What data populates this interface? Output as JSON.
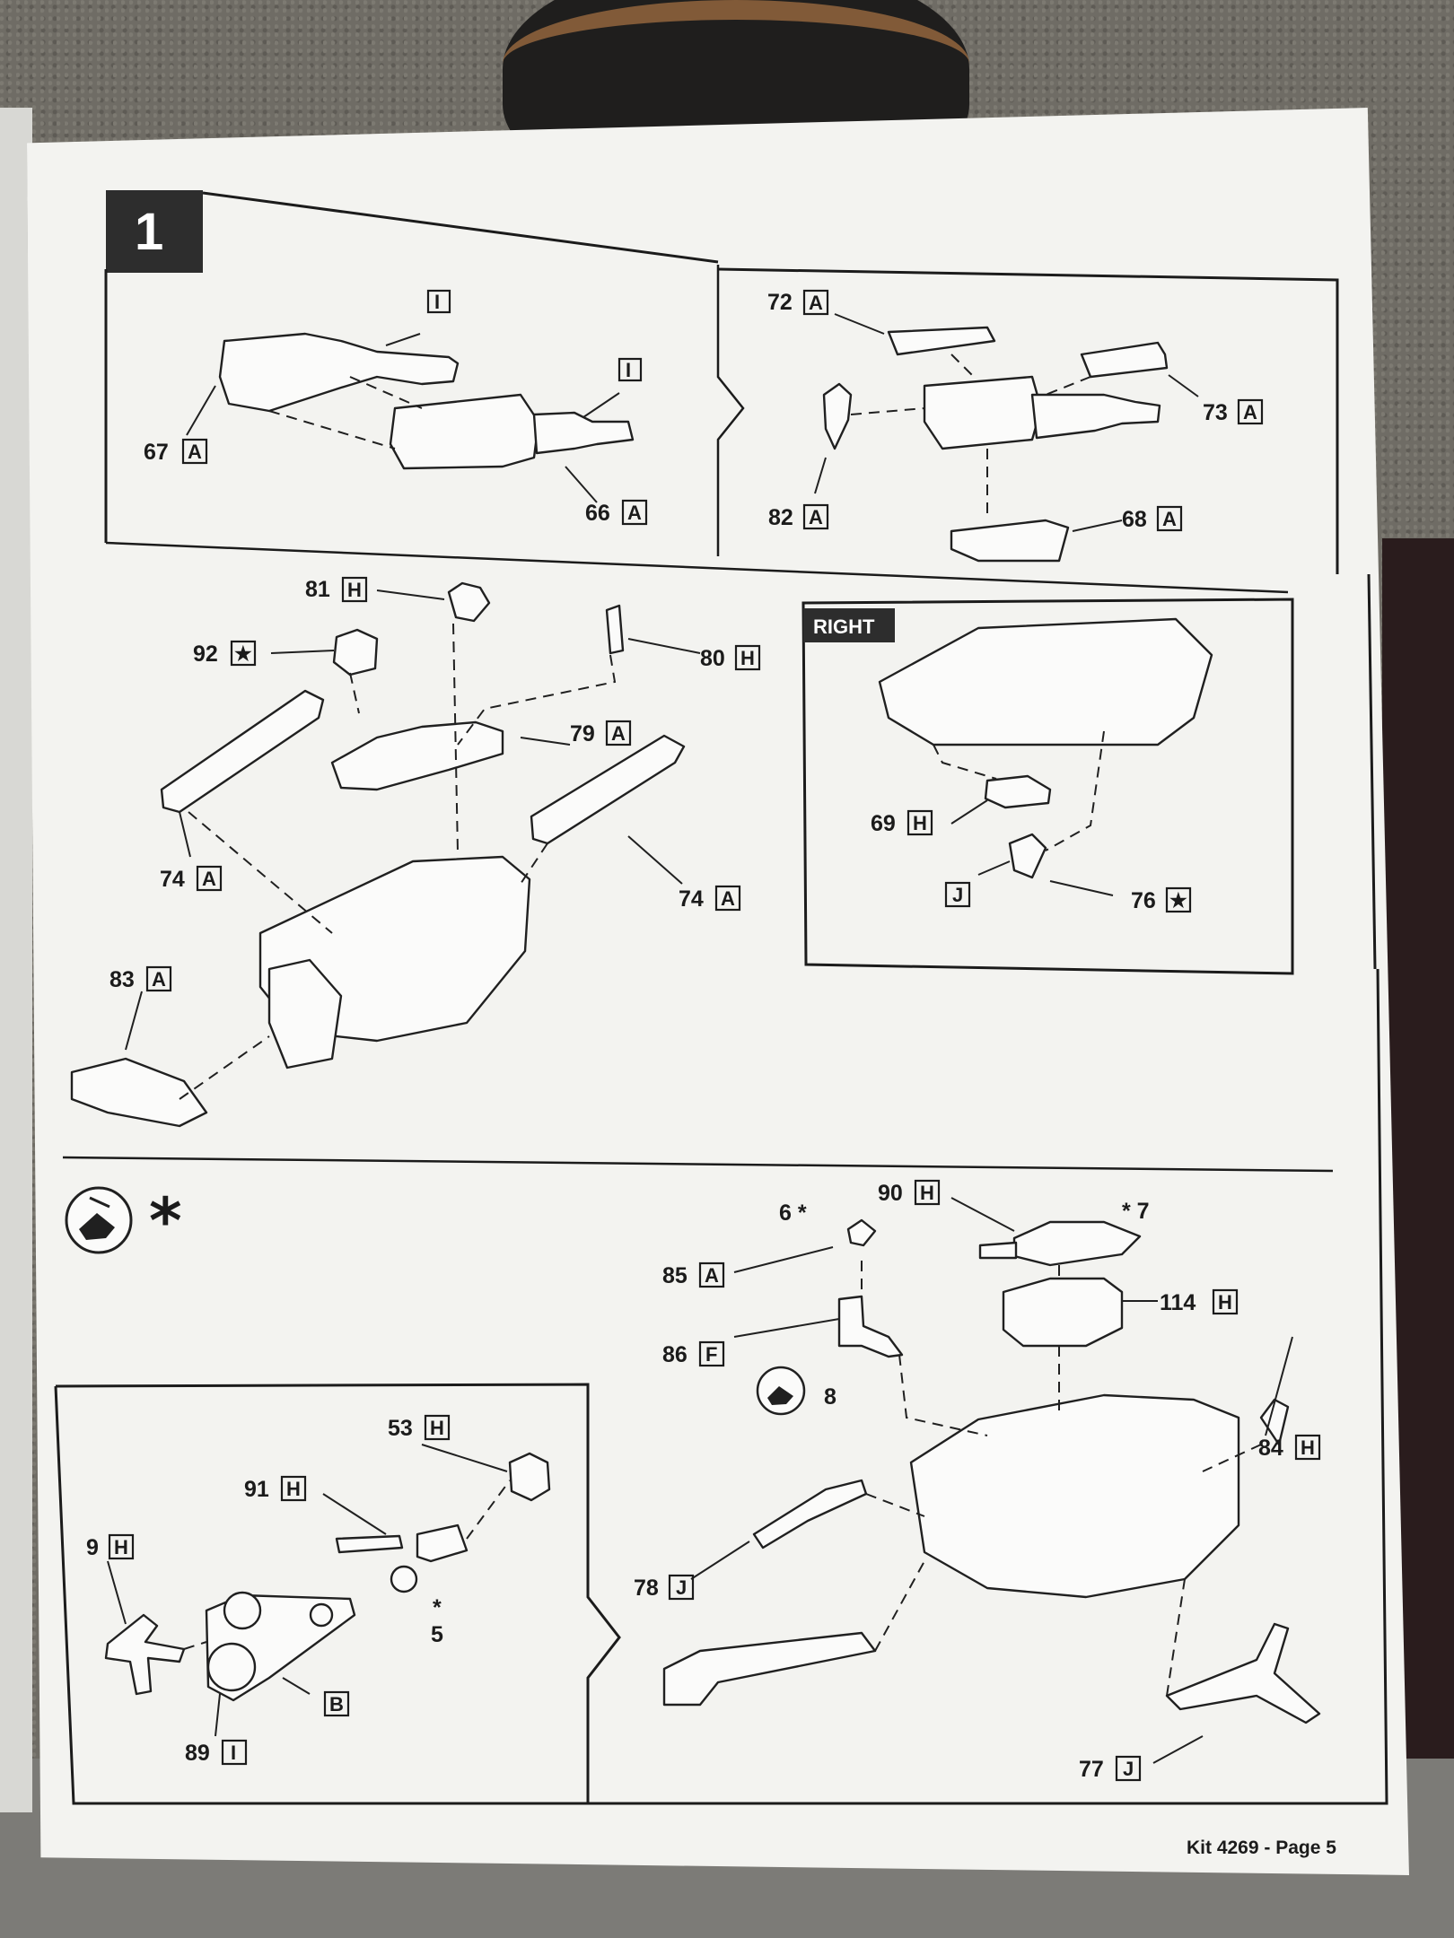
{
  "step": {
    "number": "1"
  },
  "inset_tag": "RIGHT",
  "paint_star": "*",
  "footer": "Kit 4269 - Page 5",
  "panel1": {
    "callouts": [
      {
        "num": "",
        "code": "I"
      },
      {
        "num": "",
        "code": "I"
      },
      {
        "num": "67",
        "code": "A"
      },
      {
        "num": "66",
        "code": "A"
      }
    ]
  },
  "panel2": {
    "callouts": [
      {
        "num": "72",
        "code": "A"
      },
      {
        "num": "73",
        "code": "A"
      },
      {
        "num": "82",
        "code": "A"
      },
      {
        "num": "68",
        "code": "A"
      }
    ]
  },
  "panel3": {
    "callouts": [
      {
        "num": "81",
        "code": "H"
      },
      {
        "num": "92",
        "code": "★"
      },
      {
        "num": "80",
        "code": "H"
      },
      {
        "num": "79",
        "code": "A"
      },
      {
        "num": "74",
        "code": "A"
      },
      {
        "num": "74",
        "code": "A"
      },
      {
        "num": "83",
        "code": "A"
      }
    ]
  },
  "panel4": {
    "callouts": [
      {
        "num": "69",
        "code": "H"
      },
      {
        "num": "",
        "code": "J"
      },
      {
        "num": "76",
        "code": "★"
      }
    ]
  },
  "panel5": {
    "paint_notes": [
      {
        "text": "6 *"
      },
      {
        "text": "* 7"
      },
      {
        "text": "8"
      }
    ],
    "callouts": [
      {
        "num": "90",
        "code": "H"
      },
      {
        "num": "85",
        "code": "A"
      },
      {
        "num": "114",
        "code": "H"
      },
      {
        "num": "86",
        "code": "F"
      },
      {
        "num": "84",
        "code": "H"
      },
      {
        "num": "78",
        "code": "J"
      },
      {
        "num": "77",
        "code": "J"
      }
    ]
  },
  "panel6": {
    "paint_notes": [
      {
        "text": "*"
      },
      {
        "text": "5"
      }
    ],
    "callouts": [
      {
        "num": "53",
        "code": "H"
      },
      {
        "num": "91",
        "code": "H"
      },
      {
        "num": "9",
        "code": "H"
      },
      {
        "num": "",
        "code": "B"
      },
      {
        "num": "89",
        "code": "I"
      }
    ]
  }
}
